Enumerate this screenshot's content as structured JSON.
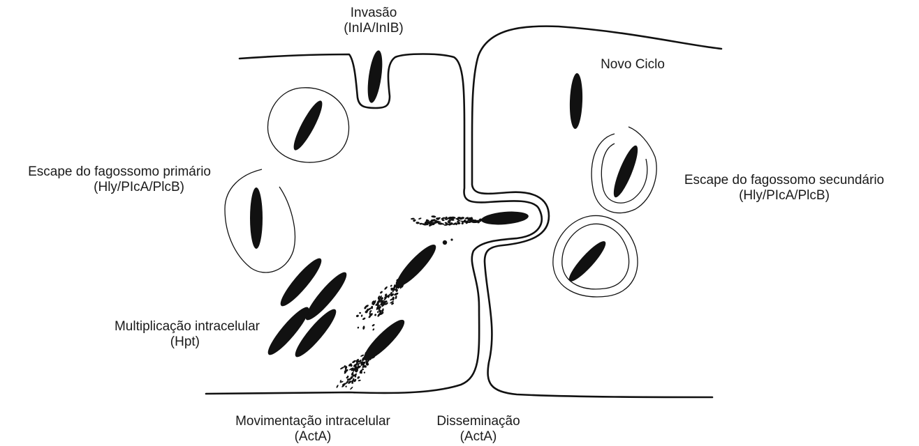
{
  "labels": {
    "invasion": {
      "title": "Invasão",
      "genes": "(InIA/InIB)"
    },
    "new_cycle": {
      "title": "Novo Ciclo"
    },
    "escape_primary": {
      "title": "Escape do fagossomo primário",
      "genes": "(Hly/PIcA/PlcB)"
    },
    "escape_secondary": {
      "title": "Escape do fagossomo secundário",
      "genes": "(Hly/PIcA/PlcB)"
    },
    "multiplication": {
      "title": "Multiplicação intracelular",
      "genes": "(Hpt)"
    },
    "movement": {
      "title": "Movimentação intracelular",
      "genes": "(ActA)"
    },
    "dissemination": {
      "title": "Disseminação",
      "genes": "(ActA)"
    }
  },
  "colors": {
    "ink": "#111111",
    "background": "#ffffff"
  }
}
